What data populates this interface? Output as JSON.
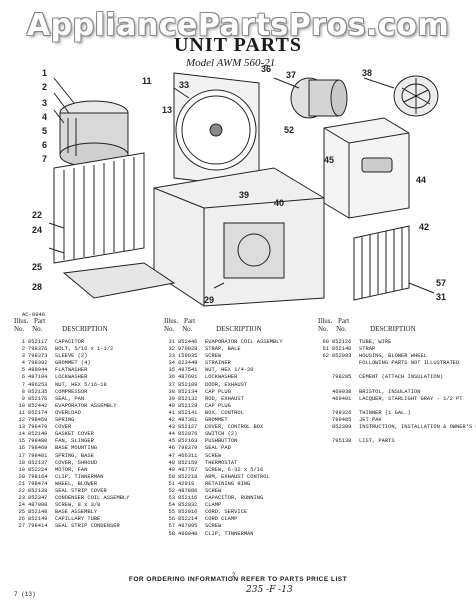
{
  "watermark": "AppliancePartsPros.com",
  "title": "UNIT PARTS",
  "model": "Model AWM 560-21",
  "ref": "AC-0946",
  "headers": {
    "illus": "Illus.",
    "part": "Part",
    "no": "No.",
    "description": "DESCRIPTION"
  },
  "col1": [
    {
      "n": "1",
      "p": "852117",
      "d": "CAPACITOR"
    },
    {
      "n": "2",
      "p": "798376",
      "d": "BOLT, 5/16 x 1-1/2"
    },
    {
      "n": "3",
      "p": "798373",
      "d": "SLEEVE (2)"
    },
    {
      "n": "4",
      "p": "798392",
      "d": "GROMMET (4)"
    },
    {
      "n": "5",
      "p": "488044",
      "d": "FLATWASHER"
    },
    {
      "n": "6",
      "p": "487104",
      "d": "LOCKWASHER"
    },
    {
      "n": "7",
      "p": "486253",
      "d": "NUT, HEX 5/16-18"
    },
    {
      "n": "8",
      "p": "852135",
      "d": "COMPRESSOR"
    },
    {
      "n": "9",
      "p": "852176",
      "d": "SEAL, PAN"
    },
    {
      "n": "10",
      "p": "852442",
      "d": "EVAPORATOR ASSEMBLY"
    },
    {
      "n": "11",
      "p": "852174",
      "d": "OVERLOAD"
    },
    {
      "n": "12",
      "p": "798459",
      "d": "SPRING"
    },
    {
      "n": "13",
      "p": "798470",
      "d": "COVER"
    },
    {
      "n": "14",
      "p": "852140",
      "d": "GASKET COVER"
    },
    {
      "n": "15",
      "p": "798480",
      "d": "FAN, SLINGER"
    },
    {
      "n": "16",
      "p": "798469",
      "d": "BASE MOUNTING"
    },
    {
      "n": "17",
      "p": "798481",
      "d": "SPRING, BASE"
    },
    {
      "n": "18",
      "p": "852137",
      "d": "COVER, SHROUD"
    },
    {
      "n": "19",
      "p": "852224",
      "d": "MOTOR, FAN"
    },
    {
      "n": "20",
      "p": "798164",
      "d": "CLIP, TINNERMAN"
    },
    {
      "n": "21",
      "p": "798474",
      "d": "WHEEL, BLOWER"
    },
    {
      "n": "22",
      "p": "852138",
      "d": "SEAL STRIP COVER"
    },
    {
      "n": "23",
      "p": "852347",
      "d": "CONDENSER COIL ASSEMBLY"
    },
    {
      "n": "24",
      "p": "487088",
      "d": "SCREW, 8 x 3/8"
    },
    {
      "n": "25",
      "p": "852148",
      "d": "BASE ASSEMBLY"
    },
    {
      "n": "26",
      "p": "852149",
      "d": "CAPILLARY TUBE"
    },
    {
      "n": "27",
      "p": "798414",
      "d": "SEAL STRIP CONDENSER"
    }
  ],
  "col2": [
    {
      "n": "31",
      "p": "852446",
      "d": "EVAPORATOR COIL ASSEMBLY"
    },
    {
      "n": "32",
      "p": "970028",
      "d": "STRAP, BALE"
    },
    {
      "n": "33",
      "p": "159035",
      "d": "SCREW"
    },
    {
      "n": "34",
      "p": "823449",
      "d": "STRAINER"
    },
    {
      "n": "35",
      "p": "487541",
      "d": "NUT, HEX 1/4-20"
    },
    {
      "n": "36",
      "p": "487601",
      "d": "LOCKWASHER"
    },
    {
      "n": "37",
      "p": "852109",
      "d": "DOOR, EXHAUST"
    },
    {
      "n": "38",
      "p": "852134",
      "d": "CAP PLUG"
    },
    {
      "n": "39",
      "p": "852132",
      "d": "ROD, EXHAUST"
    },
    {
      "n": "40",
      "p": "852129",
      "d": "CAP PLUG"
    },
    {
      "n": "41",
      "p": "852141",
      "d": "BOX, CONTROL"
    },
    {
      "n": "42",
      "p": "487381",
      "d": "GROMMET"
    },
    {
      "n": "43",
      "p": "852127",
      "d": "COVER, CONTROL BOX"
    },
    {
      "n": "44",
      "p": "852076",
      "d": "SWITCH (2)"
    },
    {
      "n": "45",
      "p": "852163",
      "d": "PUSHBUTTON"
    },
    {
      "n": "46",
      "p": "798379",
      "d": "SEAL PAD"
    },
    {
      "n": "47",
      "p": "466311",
      "d": "SCREW"
    },
    {
      "n": "48",
      "p": "852159",
      "d": "THERMOSTAT"
    },
    {
      "n": "49",
      "p": "487767",
      "d": "SCREW, 6-32 x 5/16"
    },
    {
      "n": "50",
      "p": "852218",
      "d": "ARM, EXHAUST CONTROL"
    },
    {
      "n": "51",
      "p": "42919",
      "d": "RETAINING RING"
    },
    {
      "n": "52",
      "p": "487886",
      "d": "SCREW"
    },
    {
      "n": "53",
      "p": "852116",
      "d": "CAPACITOR, RUNNING"
    },
    {
      "n": "54",
      "p": "852032",
      "d": "CLAMP"
    },
    {
      "n": "55",
      "p": "852016",
      "d": "CORD, SERVICE"
    },
    {
      "n": "56",
      "p": "852214",
      "d": "CORD CLAMP"
    },
    {
      "n": "57",
      "p": "487095",
      "d": "SCREW"
    },
    {
      "n": "58",
      "p": "480048",
      "d": "CLIP, TINNERMAN"
    }
  ],
  "col3": [
    {
      "n": "60",
      "p": "852126",
      "d": "TUBE, WIRE"
    },
    {
      "n": "61",
      "p": "852140",
      "d": "STRAP"
    },
    {
      "n": "62",
      "p": "852093",
      "d": "HOUSING, BLOWER WHEEL"
    },
    {
      "n": "",
      "p": "",
      "d": "FOLLOWING PARTS NOT ILLUSTRATED"
    },
    {
      "n": "",
      "p": "",
      "d": ""
    },
    {
      "n": "",
      "p": "799285",
      "d": "CEMENT (ATTACH INSULATION)"
    },
    {
      "n": "",
      "p": "",
      "d": ""
    },
    {
      "n": "",
      "p": "469938",
      "d": "BRISTOL, INSULATION"
    },
    {
      "n": "",
      "p": "469401",
      "d": "LACQUER, STARLIGHT GRAY - 1/2 PT"
    },
    {
      "n": "",
      "p": "",
      "d": ""
    },
    {
      "n": "",
      "p": "799326",
      "d": "THINNER (1 GAL.)"
    },
    {
      "n": "",
      "p": "799485",
      "d": "JET PAK"
    },
    {
      "n": "",
      "p": "852389",
      "d": "INSTRUCTION, INSTALLATION & OWNER'S MANUAL"
    },
    {
      "n": "",
      "p": "",
      "d": ""
    },
    {
      "n": "",
      "p": "795138",
      "d": "LIST, PARTS"
    }
  ],
  "footer": "FOR ORDERING INFORMATION REFER TO PARTS PRICE LIST",
  "page": "2",
  "code": "7 (13)",
  "handwritten": "235 -F -13"
}
